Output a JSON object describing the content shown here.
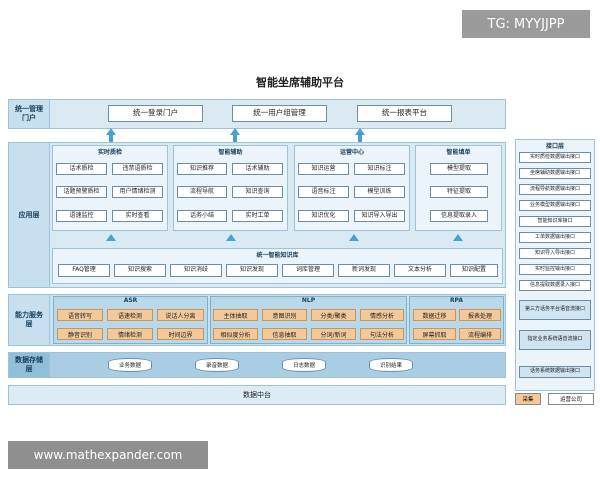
{
  "watermarks": {
    "top": "TG: MYYJJPP",
    "bottom": "www.mathexpander.com"
  },
  "title": "智能坐席辅助平台",
  "portal": {
    "label": "统一管理门户",
    "items": [
      "统一登录门户",
      "统一用户组管理",
      "统一报表平台"
    ]
  },
  "app": {
    "label": "应用层",
    "panels": [
      {
        "title": "实时质检",
        "items": [
          "话术质检",
          "违禁语质检",
          "话题预警质检",
          "用户情绪检测",
          "语速监控",
          "实时查看"
        ]
      },
      {
        "title": "智能辅助",
        "items": [
          "知识推荐",
          "话术辅助",
          "流程导航",
          "知识查询",
          "话务小结",
          "实时工单"
        ]
      },
      {
        "title": "运营中心",
        "items": [
          "知识运营",
          "知识标注",
          "语音标注",
          "模型训练",
          "知识优化",
          "知识导入导出"
        ]
      },
      {
        "title": "智能填单",
        "items": [
          "模型提取",
          "特征提取",
          "信息提取录入"
        ]
      }
    ],
    "kb": {
      "title": "统一智能知识库",
      "items": [
        "FAQ管理",
        "知识搜索",
        "知识消歧",
        "知识发现",
        "词库管理",
        "新词发现",
        "文本分析",
        "知识配置"
      ]
    }
  },
  "capability": {
    "label": "能力服务层",
    "groups": [
      {
        "title": "ASR",
        "items": [
          "语音转写",
          "语速检测",
          "说话人分离",
          "静音识别",
          "情绪检测",
          "时间边界"
        ]
      },
      {
        "title": "NLP",
        "items": [
          "主体抽取",
          "意图识别",
          "分类/聚类",
          "情感分析",
          "相似度分析",
          "信息抽取",
          "分词/新词",
          "句法分析"
        ]
      },
      {
        "title": "RPA",
        "items": [
          "数据迁移",
          "报表处理",
          "屏幕抓取",
          "流程编排"
        ]
      }
    ]
  },
  "data": {
    "label": "数据存储层",
    "items": [
      "业务数据",
      "录音数据",
      "日志数据",
      "识别结果"
    ]
  },
  "middle": {
    "label": "数据中台"
  },
  "interface": {
    "title": "接口层",
    "items": [
      "实时质检数据输出接口",
      "坐席辅助数据输出接口",
      "流程导航数据输出接口",
      "业务模型数据输出接口",
      "智能知识库接口",
      "工单数据输出接口",
      "知识导入导出接口",
      "实时监控输出接口",
      "信息提取数据录入接口"
    ],
    "blue_items": [
      "第三方话务平台语音流接口",
      "指定业务系统语音流接口",
      "话务系统数据输出接口"
    ]
  },
  "legend": {
    "items": [
      "采集",
      "运营公司"
    ]
  },
  "colors": {
    "layer": "#d9eaf3",
    "label": "#c7dfee",
    "orange": "#f3c89a",
    "arrow": "#4aa0d0",
    "capability": "#b9d9ea"
  }
}
